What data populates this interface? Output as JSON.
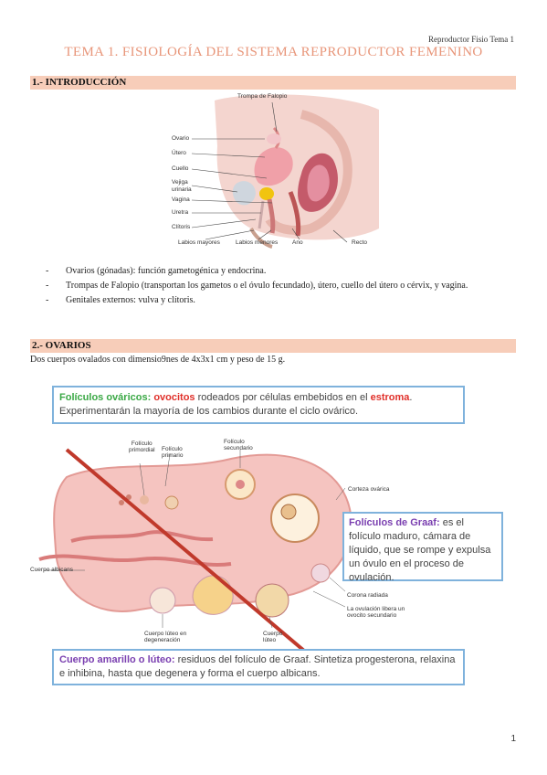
{
  "header": {
    "running": "Reproductor Fisio Tema 1",
    "title": "TEMA 1. FISIOLOGÍA DEL SISTEMA REPRODUCTOR FEMENINO"
  },
  "section1": {
    "heading": "1.- INTRODUCCIÓN",
    "figure_labels": {
      "trompa": "Trompa de Falopio",
      "ovario": "Ovario",
      "utero": "Útero",
      "cuello": "Cuello",
      "vejiga": "Vejiga\nurinaria",
      "vagina": "Vagina",
      "uretra": "Uretra",
      "clitoris": "Clítoris",
      "labios_mayores": "Labios mayores",
      "labios_menores": "Labios menores",
      "ano": "Ano",
      "recto": "Recto"
    },
    "bullets": [
      "Ovarios (gónadas): función gametogénica y endocrina.",
      "Trompas de Falopio (transportan los gametos o el óvulo fecundado), útero, cuello del útero o cérvix, y vagina.",
      "Genitales externos: vulva y clítoris."
    ]
  },
  "section2": {
    "heading": "2.- OVARIOS",
    "intro": "Dos cuerpos ovalados con dimensio9nes de 4x3x1 cm y peso de 15 g.",
    "callout_top": {
      "t1": "Folículos ováricos:",
      "t2": "ovocitos",
      "t3": "rodeados por células embebidos en el",
      "t4": "estroma",
      "t5": ".",
      "line2": "Experimentarán la mayoría de los cambios durante el ciclo ovárico."
    },
    "callout_right": {
      "t1": "Folículos de Graaf:",
      "t2": "es el folículo maduro, cámara de líquido, que se rompe y expulsa un óvulo en el proceso de ovulación."
    },
    "callout_bottom": {
      "t1": "Cuerpo amarillo o lúteo:",
      "t2": "residuos del folículo de Graaf. Sintetiza progesterona, relaxina e inhibina, hasta que degenera y forma el cuerpo albicans."
    },
    "figure_labels": {
      "primordial": "Folículo\nprimordial",
      "primario": "Folículo\nprimario",
      "secundario": "Folículo\nsecundario",
      "corteza": "Corteza ovárica",
      "albicans": "Cuerpo albicans",
      "luteo_degen": "Cuerpo lúteo en\ndegeneración",
      "luteo": "Cuerpo\nlúteo",
      "corona": "Corona radiada",
      "ovulacion": "La ovulación libera un\novocito secundario"
    },
    "colors": {
      "green": "#3aa845",
      "red": "#e0302a",
      "purple": "#7a3fb0",
      "accent_border": "#7fb2dc",
      "section_bar": "#f7cdb9",
      "title": "#e8967a"
    }
  },
  "page_number": "1"
}
